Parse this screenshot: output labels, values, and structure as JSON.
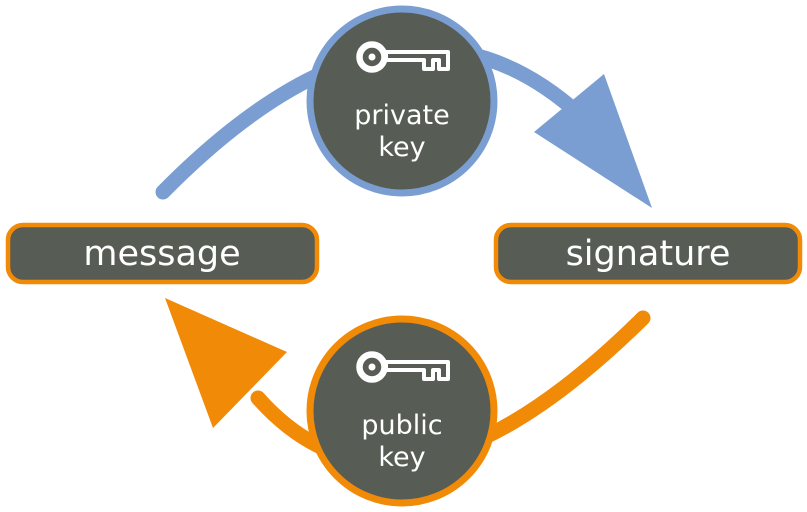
{
  "colors": {
    "blue": "#7b9ed2",
    "orange": "#f18a06",
    "node_fill": "#575d55",
    "node_text": "#ffffff",
    "background": "#ffffff"
  },
  "nodes": {
    "private_key": {
      "line1": "private",
      "line2": "key"
    },
    "public_key": {
      "line1": "public",
      "line2": "key"
    },
    "message": {
      "label": "message"
    },
    "signature": {
      "label": "signature"
    }
  },
  "edges": {
    "sign": {
      "from": "message",
      "via": "private key",
      "to": "signature",
      "color": "#7b9ed2"
    },
    "verify": {
      "from": "signature",
      "via": "public key",
      "to": "message",
      "color": "#f18a06"
    }
  }
}
